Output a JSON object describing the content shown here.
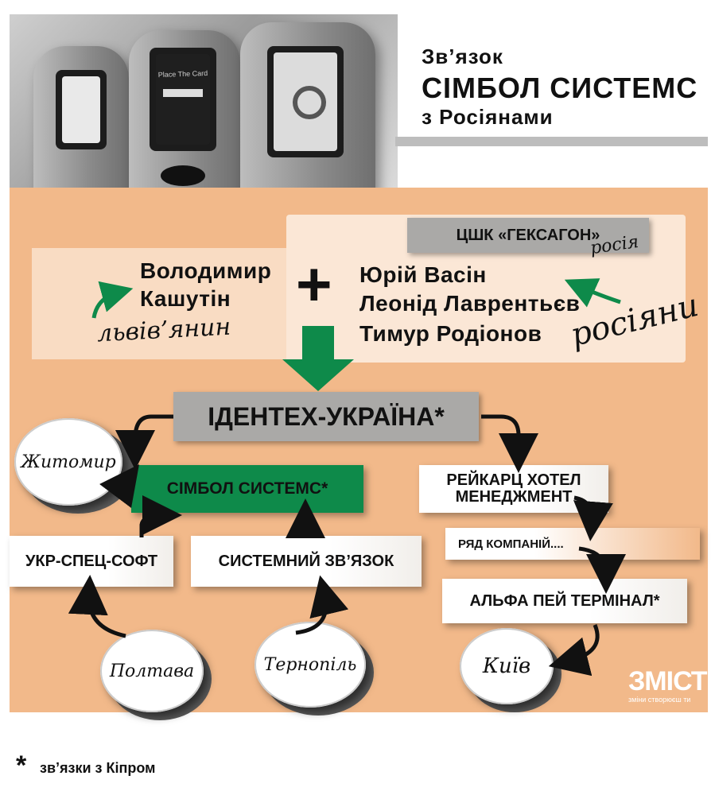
{
  "title": {
    "line1": "Зв’язок",
    "line2": "СІМБОЛ СИСТЕМС",
    "line3": "з Росіянами"
  },
  "photo": {
    "card_label": "Place The Card"
  },
  "top_group": {
    "left_person": {
      "line1": "Володимир",
      "line2": "Кашутін",
      "note": "львів’янин"
    },
    "plus": "+",
    "company_box": "ЦШК «ГЕКСАГОН»",
    "company_note": "росія",
    "right_people": [
      "Юрій Васін",
      "Леонід Лаврентьєв",
      "Тимур Родіонов"
    ],
    "right_note": "росіяни"
  },
  "nodes": {
    "identex": "ІДЕНТЕХ-УКРАЇНА*",
    "simbol": "СІМБОЛ СИСТЕМС*",
    "ukr_spec": "УКР-СПЕЦ-СОФТ",
    "systemnyi": "СИСТЕМНИЙ ЗВ’ЯЗОК",
    "reykarts": [
      "РЕЙКАРЦ ХОТЕЛ",
      "МЕНЕДЖМЕНТ"
    ],
    "ryad": "РЯД КОМПАНІЙ....",
    "alfa": "АЛЬФА ПЕЙ ТЕРМІНАЛ*"
  },
  "cities": {
    "zhytomyr": "Житомир",
    "poltava": "Полтава",
    "ternopil": "Тернопіль",
    "kyiv": "Київ"
  },
  "logo": {
    "name": "ЗМІСТ",
    "slogan": "зміни створюєш ти"
  },
  "footnote": {
    "star": "*",
    "text": "зв’язки з Кіпром"
  },
  "colors": {
    "peach": "#f2b98a",
    "green": "#0e8a4a",
    "gray_box": "#aaa9a7",
    "logo_accent": "#2aa35a"
  }
}
